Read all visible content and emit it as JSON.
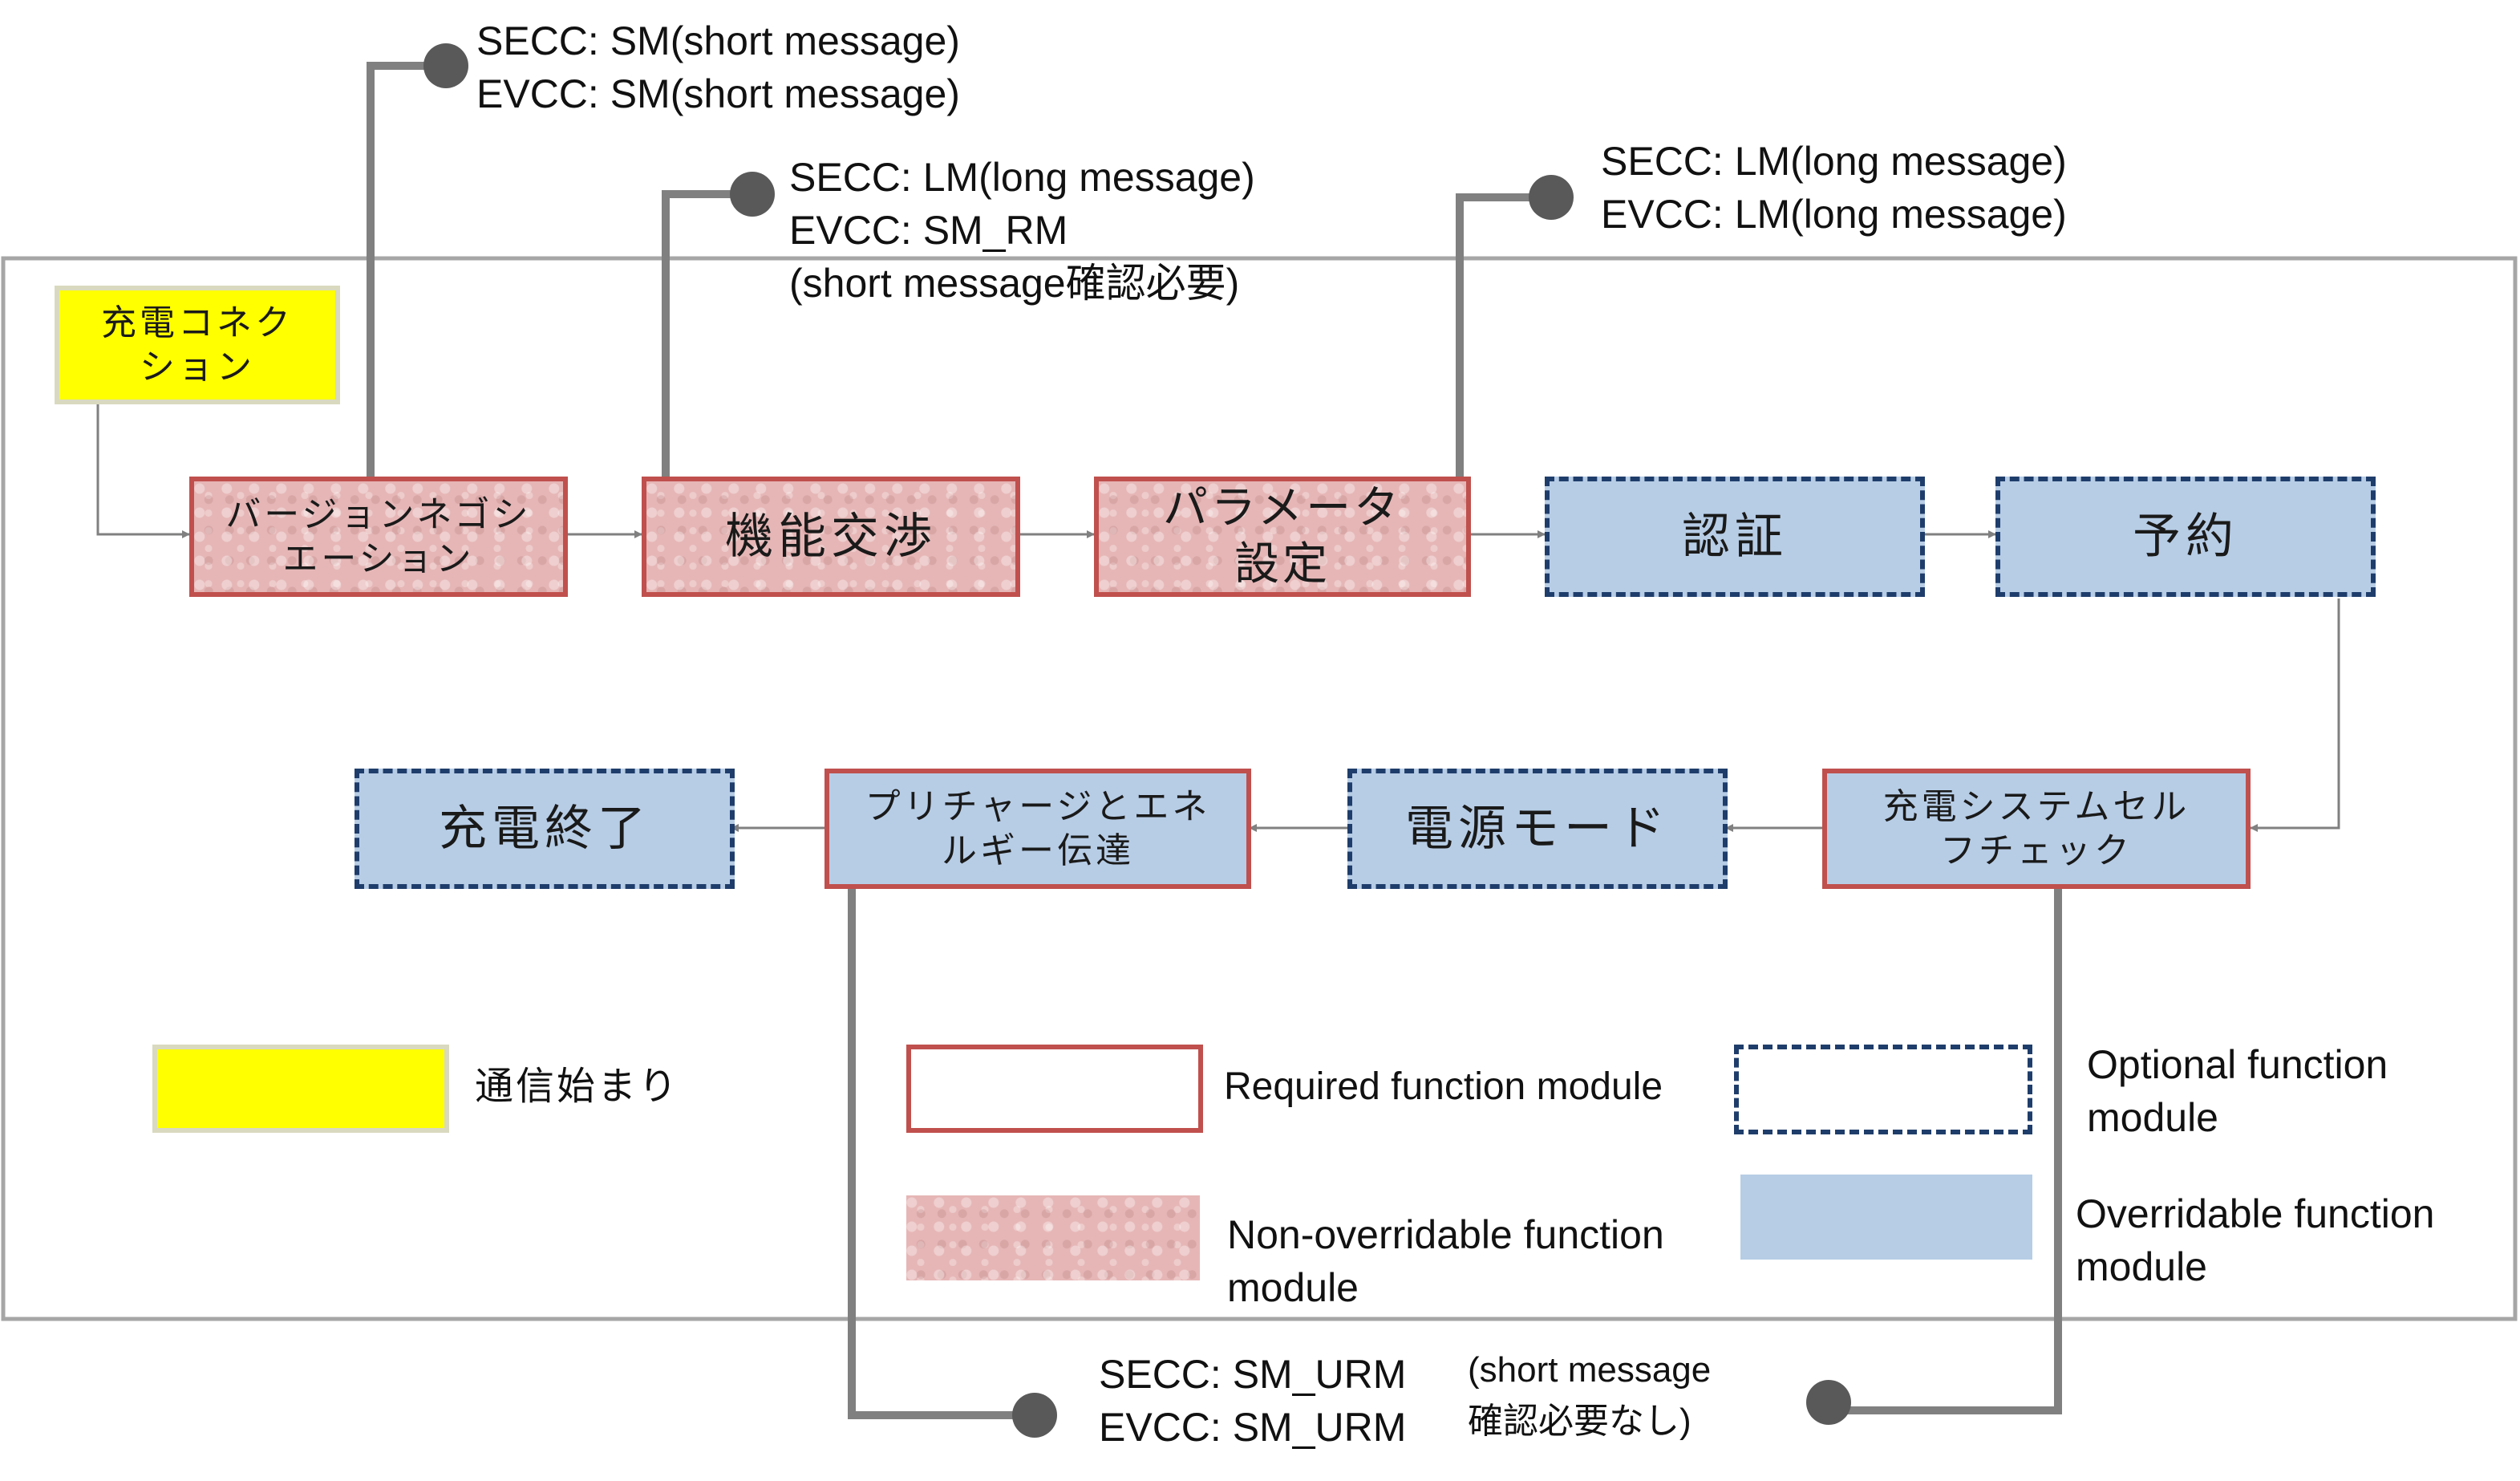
{
  "nodes": {
    "charge_connection": "充電コネクション",
    "version_negotiation": "バージョンネゴシエーション",
    "capability_exchange": "機能交渉",
    "parameter_setting": "パラメータ設定",
    "authentication": "認証",
    "reservation": "予約",
    "self_check": "充電システムセルフチェック",
    "power_mode": "電源モード",
    "precharge_energy": "プリチャージとエネルギー伝達",
    "charge_end": "充電終了"
  },
  "callouts": {
    "version": {
      "secc": "SECC: SM(short message)",
      "evcc": "EVCC: SM(short message)"
    },
    "capability": {
      "secc": "SECC: LM(long message)",
      "evcc": "EVCC: SM_RM",
      "note": "(short message確認必要)"
    },
    "parameter": {
      "secc": "SECC: LM(long message)",
      "evcc": "EVCC: LM(long message)"
    },
    "bottom": {
      "secc": "SECC: SM_URM",
      "evcc": "EVCC: SM_URM",
      "note1": "(short message",
      "note2": "確認必要なし)"
    }
  },
  "legend": {
    "start": "通信始まり",
    "required": "Required function module",
    "optional_1": "Optional function",
    "optional_2": "module",
    "non_overridable_1": "Non-overridable function",
    "non_overridable_2": "module",
    "overridable_1": "Overridable function",
    "overridable_2": "module"
  },
  "colors": {
    "required_border": "#c0504d",
    "optional_border": "#1f3d6b",
    "non_overridable_fill": "#e6b6b6",
    "overridable_fill": "#b7cde6",
    "start_fill": "#ffff00",
    "connector": "#8a8a8a"
  }
}
